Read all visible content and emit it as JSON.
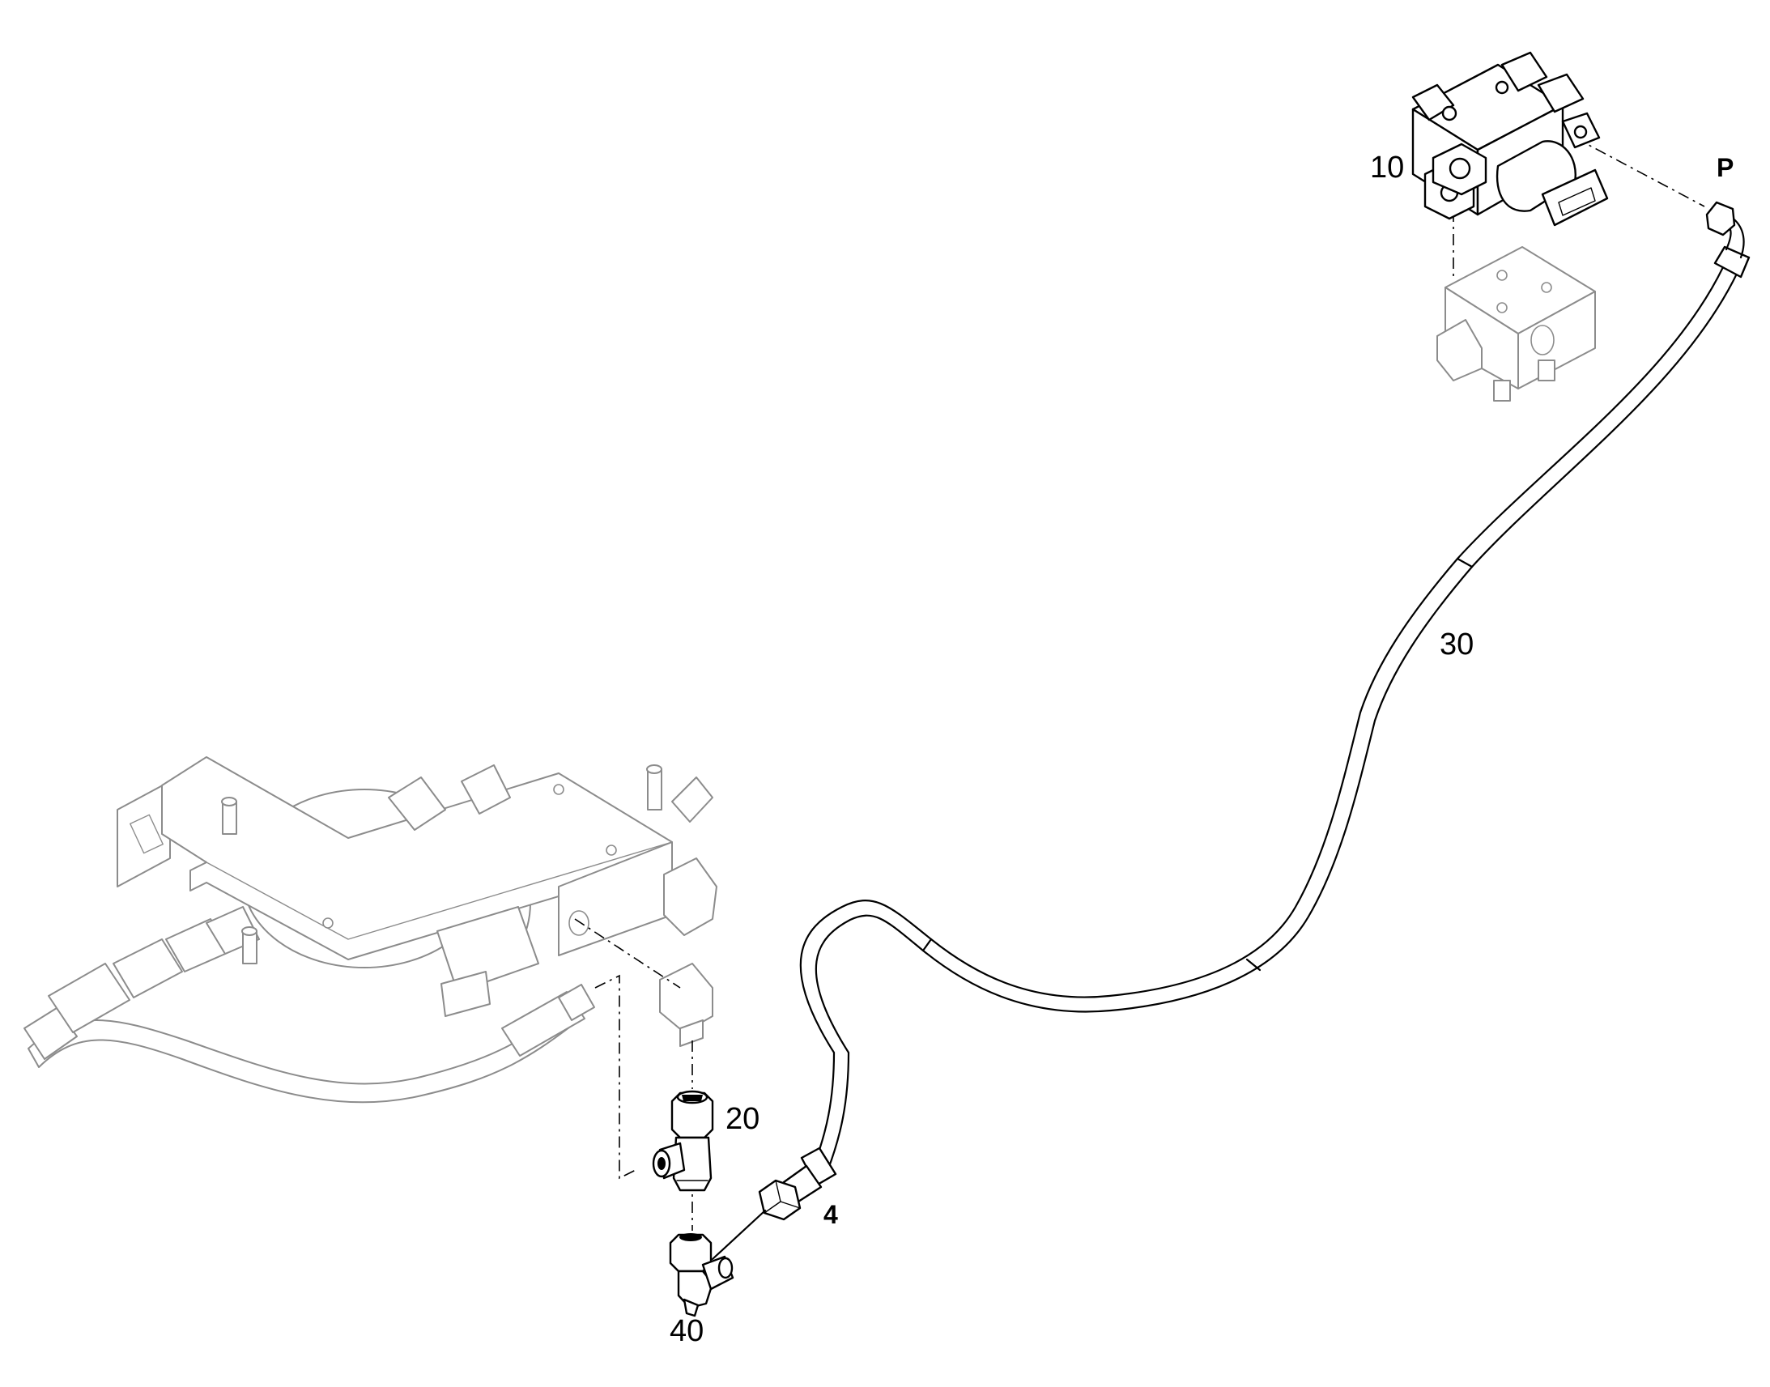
{
  "diagram": {
    "callouts": {
      "part_10": "10",
      "port_p": "P",
      "part_30": "30",
      "part_20": "20",
      "part_4": "4",
      "part_40": "40"
    },
    "colors": {
      "line": "#000000",
      "ghost": "#8c8c8c",
      "background": "#ffffff"
    }
  }
}
